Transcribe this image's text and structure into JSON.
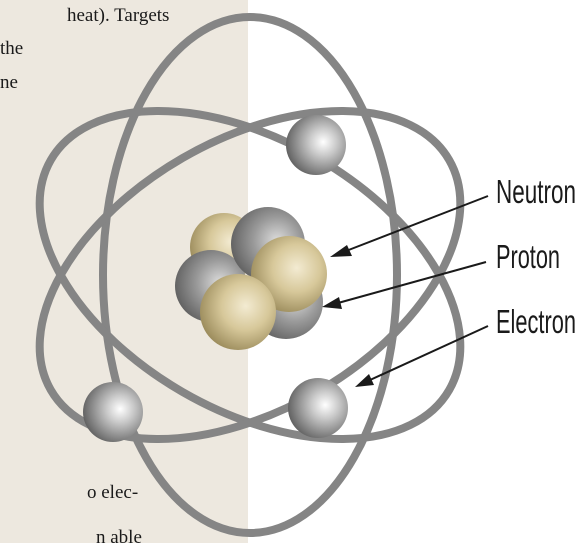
{
  "text_fragments": {
    "top": [
      "heat). Targets",
      "the",
      "ne"
    ],
    "bottom": [
      "o elec-",
      "n   able"
    ]
  },
  "labels": {
    "neutron": "Neutron",
    "proton": "Proton",
    "electron": "Electron"
  },
  "colors": {
    "panel_left": "#ede8df",
    "orbit": "#858585",
    "neutron": "#9a9a9a",
    "proton": "#d7c89a",
    "electron": "#b0b0b0",
    "pointer": "#1a1a1a"
  }
}
